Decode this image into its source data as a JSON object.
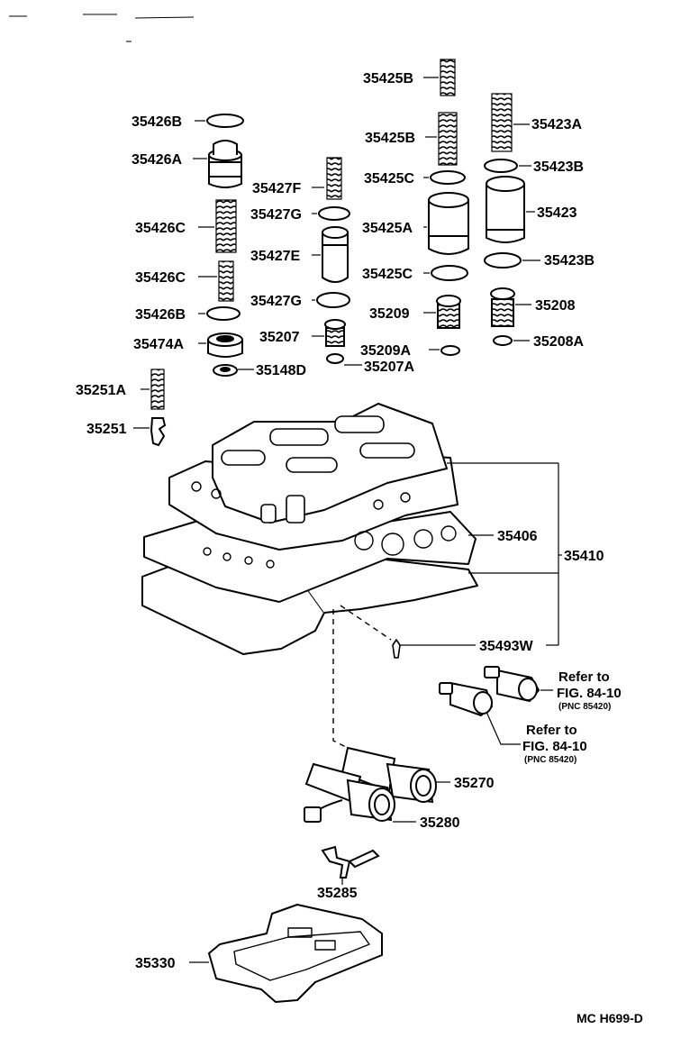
{
  "diagram": {
    "parts": {
      "p35425B_top": "35425B",
      "p35425B_mid": "35425B",
      "p35423A": "35423A",
      "p35426B_top": "35426B",
      "p35423B_top": "35423B",
      "p35426A": "35426A",
      "p35425C_top": "35425C",
      "p35427F": "35427F",
      "p35423": "35423",
      "p35427G_top": "35427G",
      "p35425A": "35425A",
      "p35426C_top": "35426C",
      "p35423B_bot": "35423B",
      "p35427E": "35427E",
      "p35425C_bot": "35425C",
      "p35426C_bot": "35426C",
      "p35427G_bot": "35427G",
      "p35209": "35209",
      "p35208": "35208",
      "p35426B_bot": "35426B",
      "p35207": "35207",
      "p35209A": "35209A",
      "p35208A": "35208A",
      "p35474A": "35474A",
      "p35148D": "35148D",
      "p35207A": "35207A",
      "p35251A": "35251A",
      "p35251": "35251",
      "p35406": "35406",
      "p35410": "35410",
      "p35493W": "35493W",
      "p35270": "35270",
      "p35280": "35280",
      "p35285": "35285",
      "p35330": "35330"
    },
    "refs": [
      {
        "refer": "Refer to",
        "fig": "FIG. 84-10",
        "pnc": "(PNC 85420)"
      },
      {
        "refer": "Refer to",
        "fig": "FIG. 84-10",
        "pnc": "(PNC 85420)"
      }
    ],
    "code": "MC H699-D"
  }
}
